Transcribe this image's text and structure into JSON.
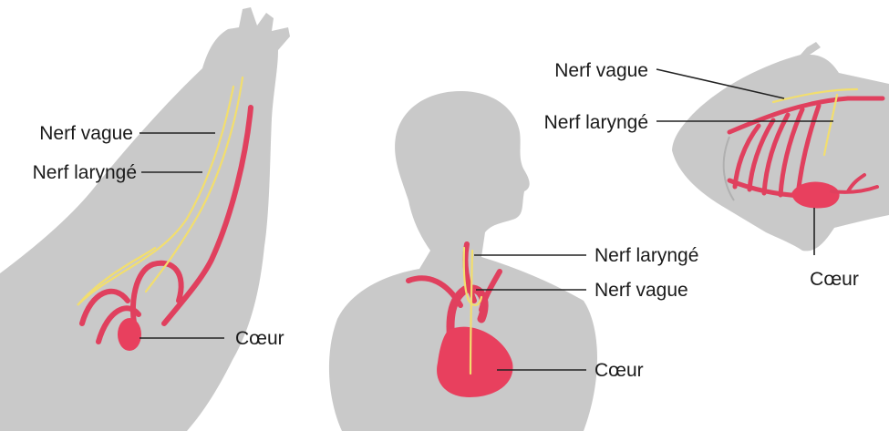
{
  "colors": {
    "silhouette": "#c9c9c9",
    "artery": "#e0405e",
    "nerve": "#f2de6e",
    "text": "#1a1a1a"
  },
  "giraffe": {
    "nerf_vague": "Nerf vague",
    "nerf_larynge": "Nerf laryngé",
    "coeur": "Cœur"
  },
  "human": {
    "nerf_larynge": "Nerf laryngé",
    "nerf_vague": "Nerf vague",
    "coeur": "Cœur"
  },
  "fish": {
    "nerf_vague": "Nerf vague",
    "nerf_larynge": "Nerf laryngé",
    "coeur": "Cœur"
  }
}
